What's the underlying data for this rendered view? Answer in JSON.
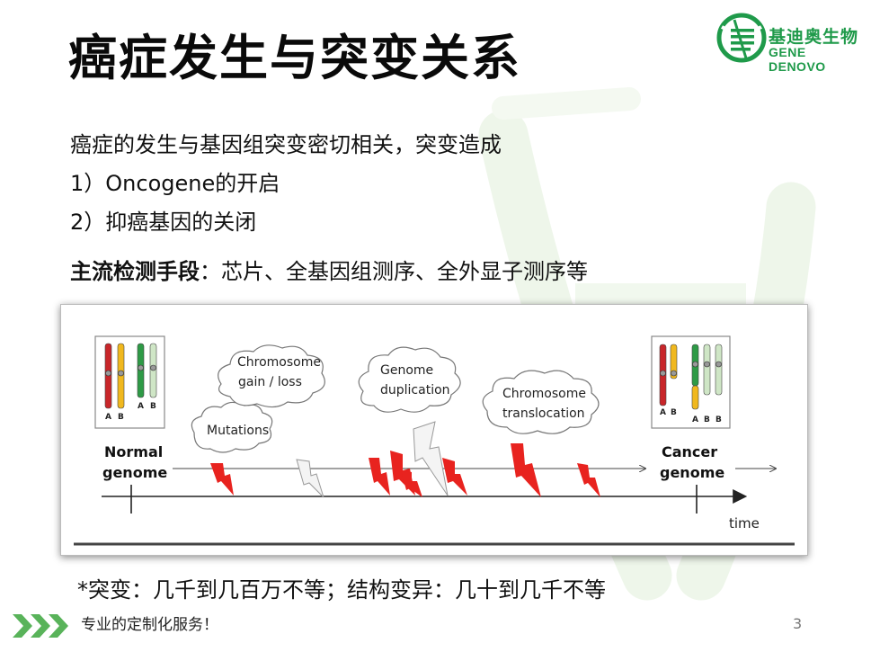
{
  "slide": {
    "title": "癌症发生与突变关系",
    "page_number": "3",
    "footer": "专业的定制化服务！"
  },
  "logo": {
    "name_cn": "基迪奥生物",
    "name_en": "GENE DENOVO",
    "color": "#1f9a4a"
  },
  "body": {
    "lines": [
      "癌症的发生与基因组突变密切相关，突变造成",
      "1）Oncogene的开启",
      "2）抑癌基因的关闭"
    ],
    "method_label": "主流检测手段",
    "method_sep": "：",
    "method_items": "芯片、全基因组测序、全外显子测序等"
  },
  "figure": {
    "normal_label": [
      "Normal",
      "genome"
    ],
    "cancer_label": [
      "Cancer",
      "genome"
    ],
    "time_label": "time",
    "chrom_labels_left": [
      "A",
      "B",
      "A",
      "B"
    ],
    "chrom_labels_right": [
      "A",
      "B",
      "A",
      "B",
      "B"
    ],
    "clouds": [
      {
        "lines": [
          "Mutations"
        ]
      },
      {
        "lines": [
          "Chromosome",
          "gain / loss"
        ]
      },
      {
        "lines": [
          "Genome",
          "duplication"
        ]
      },
      {
        "lines": [
          "Chromosome",
          "translocation"
        ]
      }
    ]
  },
  "note": "*突变：几千到几百万不等；结构变异：几十到几千不等",
  "colors": {
    "accent_green": "#1f9a4a",
    "bolt_red": "#e8231f",
    "chrom_red": "#c8262a",
    "chrom_yellow": "#f0b81e",
    "chrom_green": "#2e9a46",
    "chrom_light": "#cfe6c6"
  }
}
